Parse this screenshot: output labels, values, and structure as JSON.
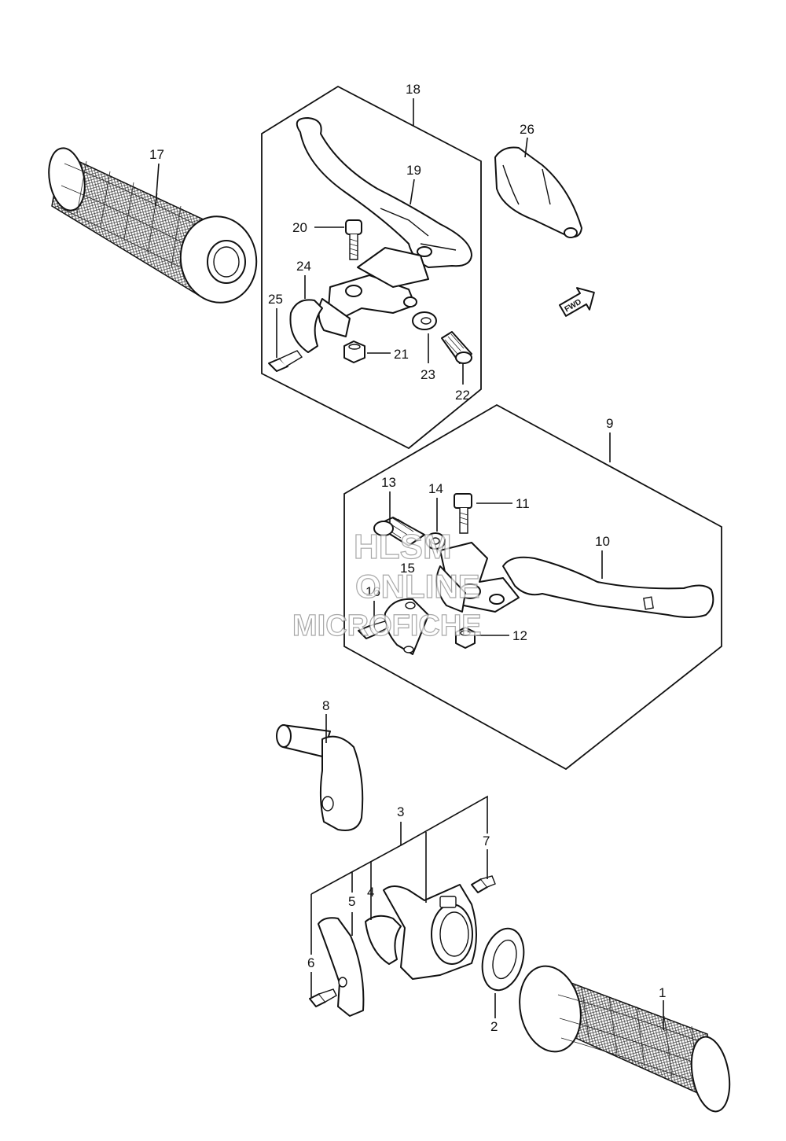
{
  "callouts": {
    "c1": "1",
    "c2": "2",
    "c3": "3",
    "c4": "4",
    "c5": "5",
    "c6": "6",
    "c7": "7",
    "c8": "8",
    "c9": "9",
    "c10": "10",
    "c11": "11",
    "c12": "12",
    "c13": "13",
    "c14": "14",
    "c15": "15",
    "c16": "16",
    "c17": "17",
    "c18": "18",
    "c19": "19",
    "c20": "20",
    "c21": "21",
    "c22": "22",
    "c23": "23",
    "c24": "24",
    "c25": "25",
    "c26": "26"
  },
  "direction_badge": "FWD",
  "watermark": {
    "line1": "HLSM",
    "line2": "ONLINE",
    "line3": "MICROFICHE"
  }
}
